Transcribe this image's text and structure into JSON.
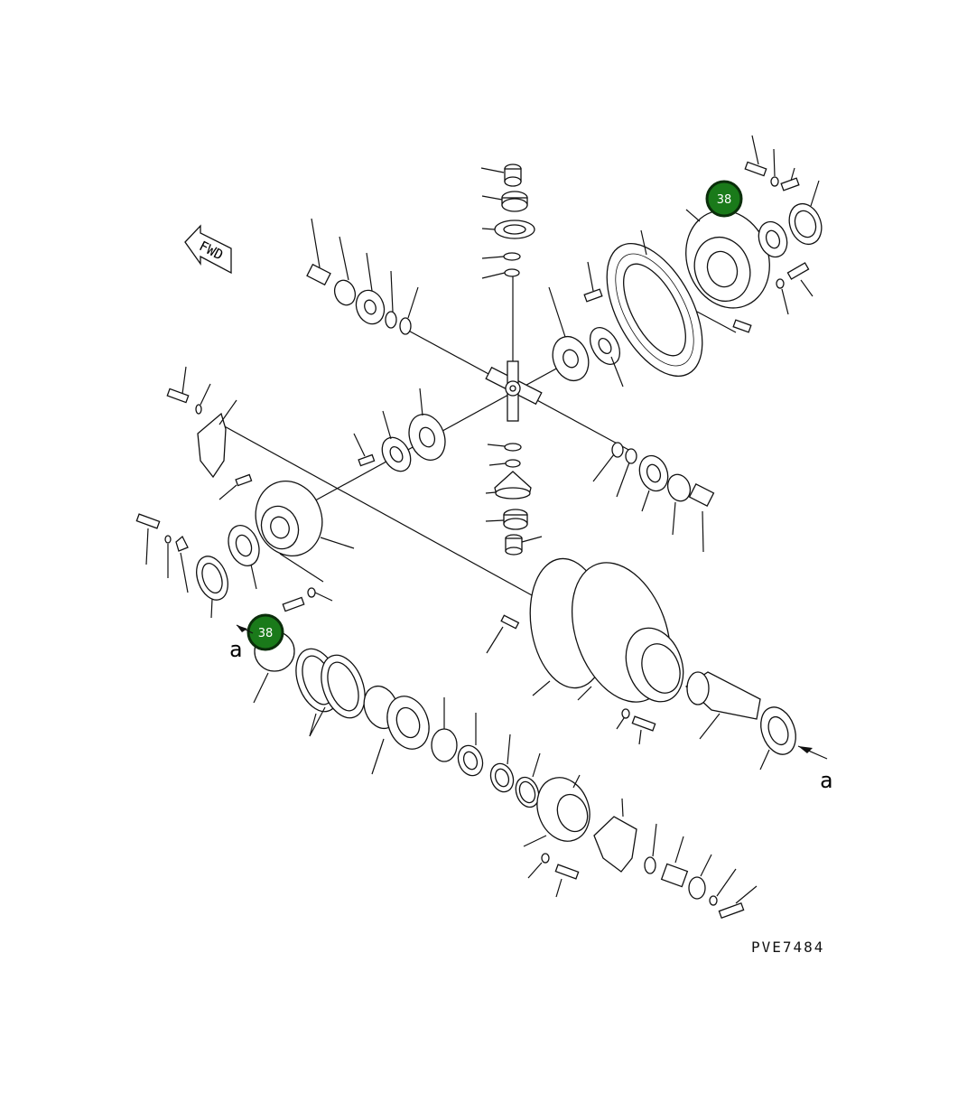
{
  "diagram": {
    "drawing_code": "PVE7484",
    "fwd_label": "FWD",
    "view_marker": "a",
    "view_marker_2": "a",
    "callouts": [
      {
        "label": "38",
        "color": "#1a7a1a",
        "ring": "#0b2e0b"
      },
      {
        "label": "38",
        "color": "#1a7a1a",
        "ring": "#0b2e0b"
      }
    ]
  }
}
